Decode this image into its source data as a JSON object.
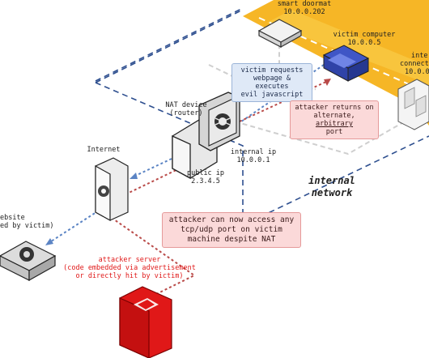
{
  "labels": {
    "smart_doormat": "smart doormat",
    "doormat_ip": "10.0.0.202",
    "victim_computer": "victim computer",
    "victim_ip": "10.0.0.5",
    "inter_l1": "inter",
    "inter_l2": "connecte",
    "inter_l3": "10.0.0",
    "nat_l1": "NAT device",
    "nat_l2": "(router)",
    "internet": "Internet",
    "internal_ip_l1": "internal ip",
    "internal_ip_l2": "10.0.0.1",
    "public_ip_l1": "public ip",
    "public_ip_l2": "2.3.4.5",
    "network_l1": "internal",
    "network_l2": "network",
    "website_l1": "ebsite",
    "website_l2": "ed by victim)",
    "attacker_server_l1": "attacker server",
    "attacker_server_l2": "(code embedded via advertisement",
    "attacker_server_l3": "or directly hit by victim)"
  },
  "callouts": {
    "victim_requests_l1": "victim requests",
    "victim_requests_l2": "webpage & executes",
    "victim_requests_l3": "evil javascript",
    "attacker_returns_l1": "attacker returns on",
    "attacker_returns_l2a": "alternate, ",
    "attacker_returns_l2b": "arbitrary",
    "attacker_returns_l3": "port",
    "access_l1": "attacker can now access any",
    "access_l2": "tcp/udp port on victim",
    "access_l3": "machine despite NAT"
  },
  "colors": {
    "beam": "#f5b21a",
    "network_border": "#2e4f8f",
    "blue_path": "#5b84c4",
    "red_path": "#b94a48",
    "attacker": "#e01818"
  }
}
